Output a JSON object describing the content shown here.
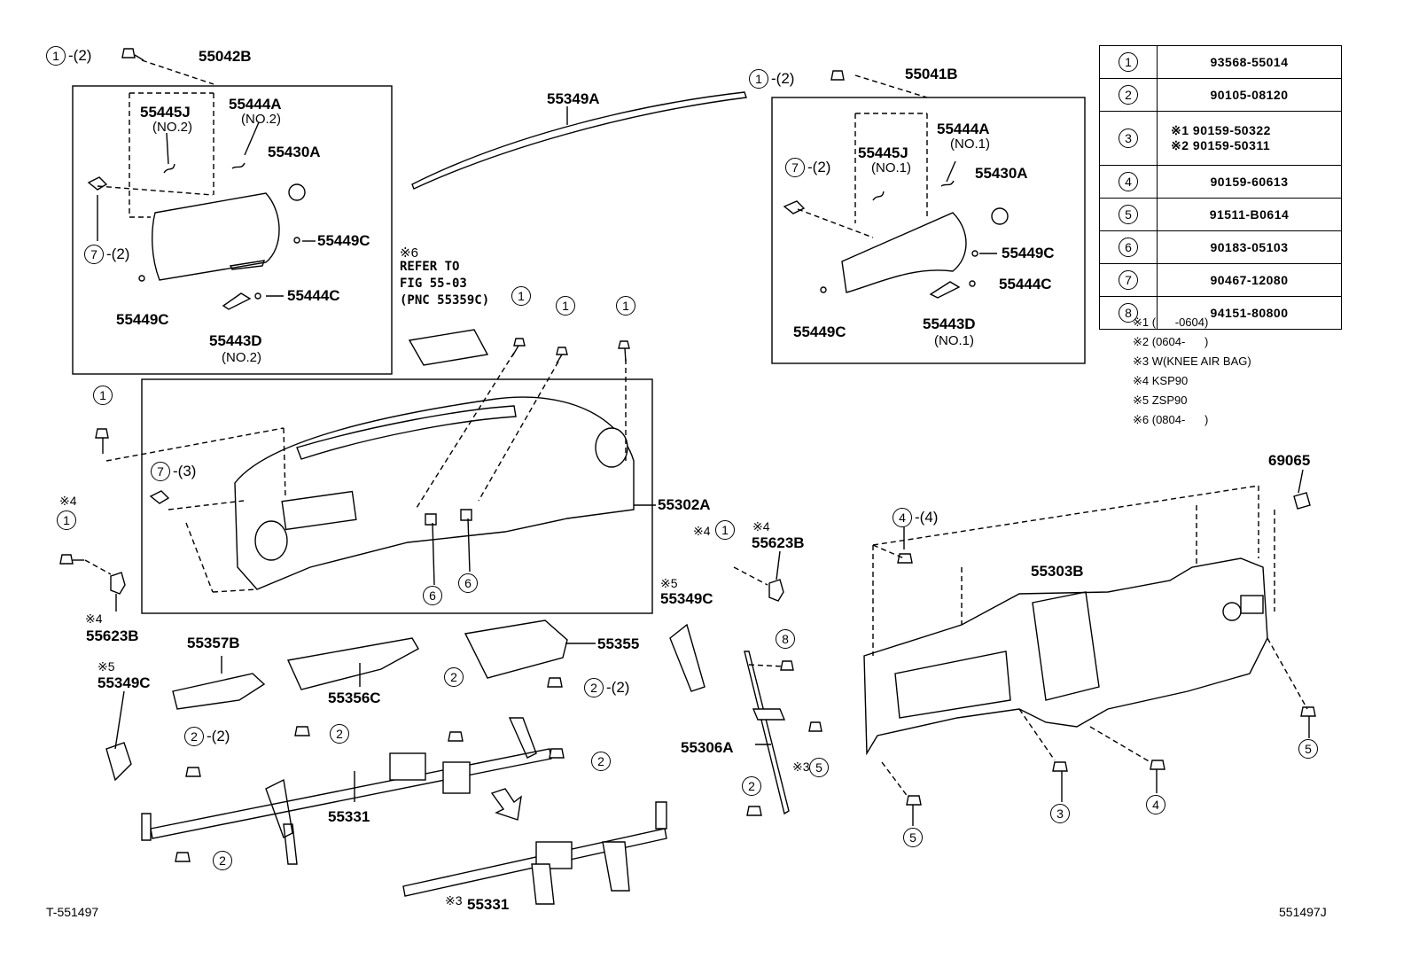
{
  "parts": {
    "p55042B": "55042B",
    "p55445J_l": "55445J",
    "no2_a": "(NO.2)",
    "p55444A_l": "55444A",
    "no2_b": "(NO.2)",
    "p55430A_l": "55430A",
    "p55449C_l1": "55449C",
    "p55449C_l2": "55449C",
    "p55444C_l": "55444C",
    "p55443D_l": "55443D",
    "no2_c": "(NO.2)",
    "p55349A": "55349A",
    "p55041B": "55041B",
    "p55444A_r": "55444A",
    "no1_a": "(NO.1)",
    "p55445J_r": "55445J",
    "no1_b": "(NO.1)",
    "p55430A_r": "55430A",
    "p55449C_r1": "55449C",
    "p55444C_r": "55444C",
    "p55443D_r": "55443D",
    "no1_c": "(NO.1)",
    "p55449C_r2": "55449C",
    "p55302A": "55302A",
    "p55623B_l": "55623B",
    "p55349C_l": "55349C",
    "p55357B": "55357B",
    "p55356C": "55356C",
    "p55355": "55355",
    "p55349C_m": "55349C",
    "p55623B_m": "55623B",
    "p55306A": "55306A",
    "p55331_a": "55331",
    "p55331_b": "55331",
    "p55303B": "55303B",
    "p69065": "69065"
  },
  "refer": {
    "line1": "REFER TO",
    "line2": "FIG 55-03",
    "line3": "(PNC 55359C)"
  },
  "marks": {
    "m6": "※6",
    "m4a": "※4",
    "m4b": "※4",
    "m4c": "※4",
    "m4d": "※4",
    "m5a": "※5",
    "m5b": "※5",
    "m3a": "※3",
    "m3b": "※3"
  },
  "callouts": {
    "c1": "1",
    "c2": "2",
    "c3": "3",
    "c4": "4",
    "c5": "5",
    "c6": "6",
    "c7": "7",
    "c8": "8",
    "q2": "-(2)",
    "q3": "-(3)",
    "q4": "-(4)"
  },
  "legend": [
    {
      "key": "1",
      "value": "93568-55014"
    },
    {
      "key": "2",
      "value": "90105-08120"
    },
    {
      "key": "3",
      "value": "",
      "alt1": "※1 90159-50322",
      "alt2": "※2 90159-50311"
    },
    {
      "key": "4",
      "value": "90159-60613"
    },
    {
      "key": "5",
      "value": "91511-B0614"
    },
    {
      "key": "6",
      "value": "90183-05103"
    },
    {
      "key": "7",
      "value": "90467-12080"
    },
    {
      "key": "8",
      "value": "94151-80800"
    }
  ],
  "notes": [
    "※1 (      -0604)",
    "※2 (0604-      )",
    "※3 W(KNEE AIR BAG)",
    "※4 KSP90",
    "※5 ZSP90",
    "※6 (0804-      )"
  ],
  "footer": {
    "left": "T-551497",
    "right": "551497J"
  }
}
